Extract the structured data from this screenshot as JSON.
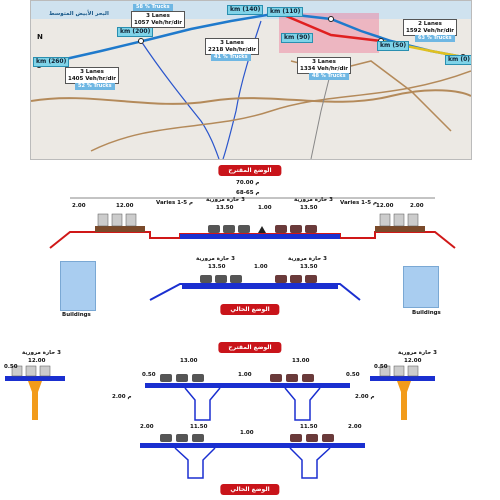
{
  "map": {
    "sea_label": "البحر الأبيض المتوسط",
    "north": "N",
    "km_markers": [
      {
        "id": "km260",
        "text": "km (260)"
      },
      {
        "id": "km200",
        "text": "km (200)"
      },
      {
        "id": "km140",
        "text": "km (140)"
      },
      {
        "id": "km110",
        "text": "km (110)"
      },
      {
        "id": "km90",
        "text": "km (90)"
      },
      {
        "id": "km50",
        "text": "km (50)"
      },
      {
        "id": "km0",
        "text": "km (0)"
      }
    ],
    "lane_boxes": [
      {
        "id": "a",
        "line1": "3 Lanes",
        "line2": "1057 Veh/hr/dir"
      },
      {
        "id": "b",
        "line1": "3 Lanes",
        "line2": "1405 Veh/hr/dir"
      },
      {
        "id": "c",
        "line1": "3 Lanes",
        "line2": "2218 Veh/hr/dir"
      },
      {
        "id": "d",
        "line1": "3 Lanes",
        "line2": "1334 Veh/hr/dir"
      },
      {
        "id": "e",
        "line1": "2 Lanes",
        "line2": "1592 Veh/hr/dir"
      }
    ],
    "trucks": [
      {
        "id": "t1",
        "text": "58 % Trucks"
      },
      {
        "id": "t2",
        "text": "52 % Trucks"
      },
      {
        "id": "t3",
        "text": "41 % Trucks"
      },
      {
        "id": "t4",
        "text": "48 % Trucks"
      },
      {
        "id": "t5",
        "text": "63 % Trucks"
      }
    ]
  },
  "section1": {
    "proposed_label": "الوضع المقترح",
    "total_width": "70.00 م",
    "row_width": "68-65 م",
    "d_left_shoulder": "2.00",
    "d_left_service": "12.00",
    "d_varies_left": "Varies 1-5 م",
    "d_main_left": "13.50",
    "main_left_lanes": "3 حارة مرورية",
    "d_median": "1.00",
    "d_main_right": "13.50",
    "main_right_lanes": "3 حارة مرورية",
    "d_varies_right": "Varies 1-5 م",
    "d_right_service": "12.00",
    "d_right_shoulder": "2.00"
  },
  "section2": {
    "existing_label": "الوضع الحالي",
    "left_lanes": "3 حارة مرورية",
    "left_width": "13.50",
    "median": "1.00",
    "right_lanes": "3 حارة مرورية",
    "right_width": "13.50",
    "buildings_left": "Buildings",
    "buildings_right": "Buildings"
  },
  "section3": {
    "proposed_label": "الوضع المقترح",
    "left_lanes": "3 حارة مرورية",
    "left_width": "12.00",
    "left_edge": "0.50",
    "left_drop": "2.00 م",
    "main_left_edge": "0.50",
    "main_left_width": "13.00",
    "main_median": "1.00",
    "main_right_width": "13.00",
    "main_right_edge": "0.50",
    "right_lanes": "3 حارة مرورية",
    "right_width": "12.00",
    "right_edge": "0.50",
    "right_drop": "2.00 م"
  },
  "section4": {
    "existing_label": "الوضع الحالي",
    "left_edge": "2.00",
    "left_width": "11.50",
    "median": "1.00",
    "right_width": "11.50",
    "right_edge": "2.00"
  }
}
